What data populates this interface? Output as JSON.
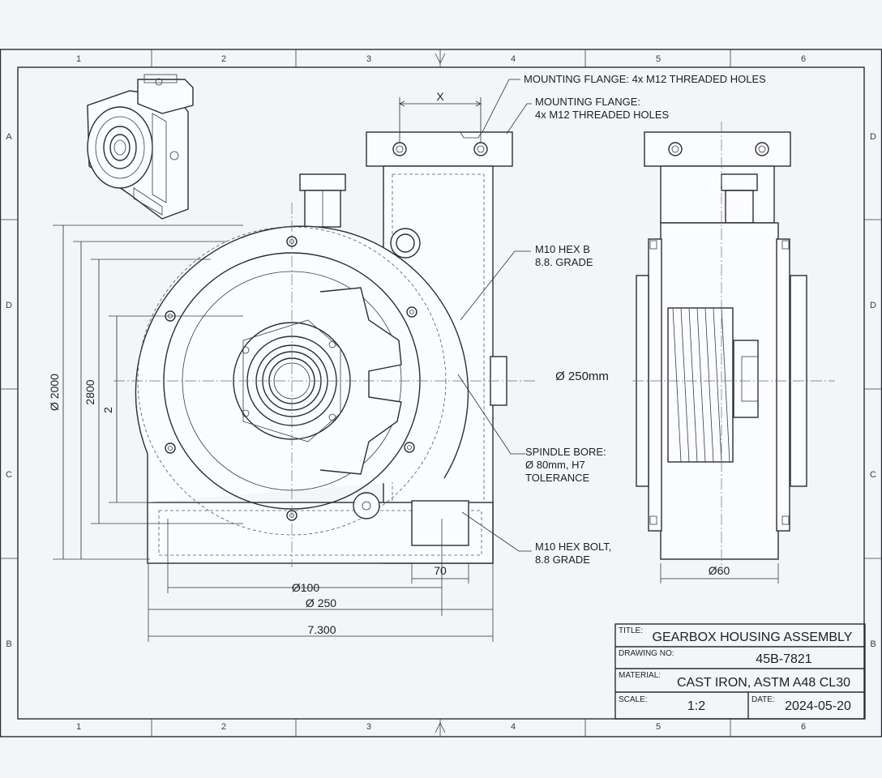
{
  "border": {
    "columns": [
      "1",
      "2",
      "3",
      "4",
      "5",
      "6"
    ],
    "rows_left": [
      "A",
      "D",
      "C",
      "B"
    ],
    "rows_right": [
      "D",
      "D",
      "C",
      "B"
    ]
  },
  "notes": {
    "flange_a": "MOUNTING FLANGE: 4x M12 THREADED HOLES",
    "flange_b_line1": "MOUNTING FLANGE:",
    "flange_b_line2": "4x M12  THREADED HOLES",
    "hex_b_line1": "M10 HEX B",
    "hex_b_line2": "8.8. GRADE",
    "spindle_line1": "SPINDLE BORE:",
    "spindle_line2": "Ø 80mm, H7",
    "spindle_line3": "TOLERANCE",
    "hex_bolt_line1": "M10 HEX BOLT,",
    "hex_bolt_line2": "8.8 GRADE"
  },
  "dimensions": {
    "x_label": "X",
    "height_outer": "Ø 2000",
    "height_inner": "2800",
    "height_small": "2",
    "bore_dia": "Ø 250mm",
    "dim_70": "70",
    "dim_100": "Ø100",
    "dim_250": "Ø 250",
    "dim_total": "7.300",
    "dim_side": "Ø60"
  },
  "title_block": {
    "title_label": "TITLE:",
    "title_value": "GEARBOX HOUSING ASSEMBLY",
    "drawing_no_label": "DRAWING NO:",
    "drawing_no_value": "45B-7821",
    "material_label": "MATERIAL:",
    "material_value": "CAST IRON, ASTM A48 CL30",
    "scale_label": "SCALE:",
    "scale_value": "1:2",
    "date_label": "DATE:",
    "date_value": "2024-05-20"
  }
}
